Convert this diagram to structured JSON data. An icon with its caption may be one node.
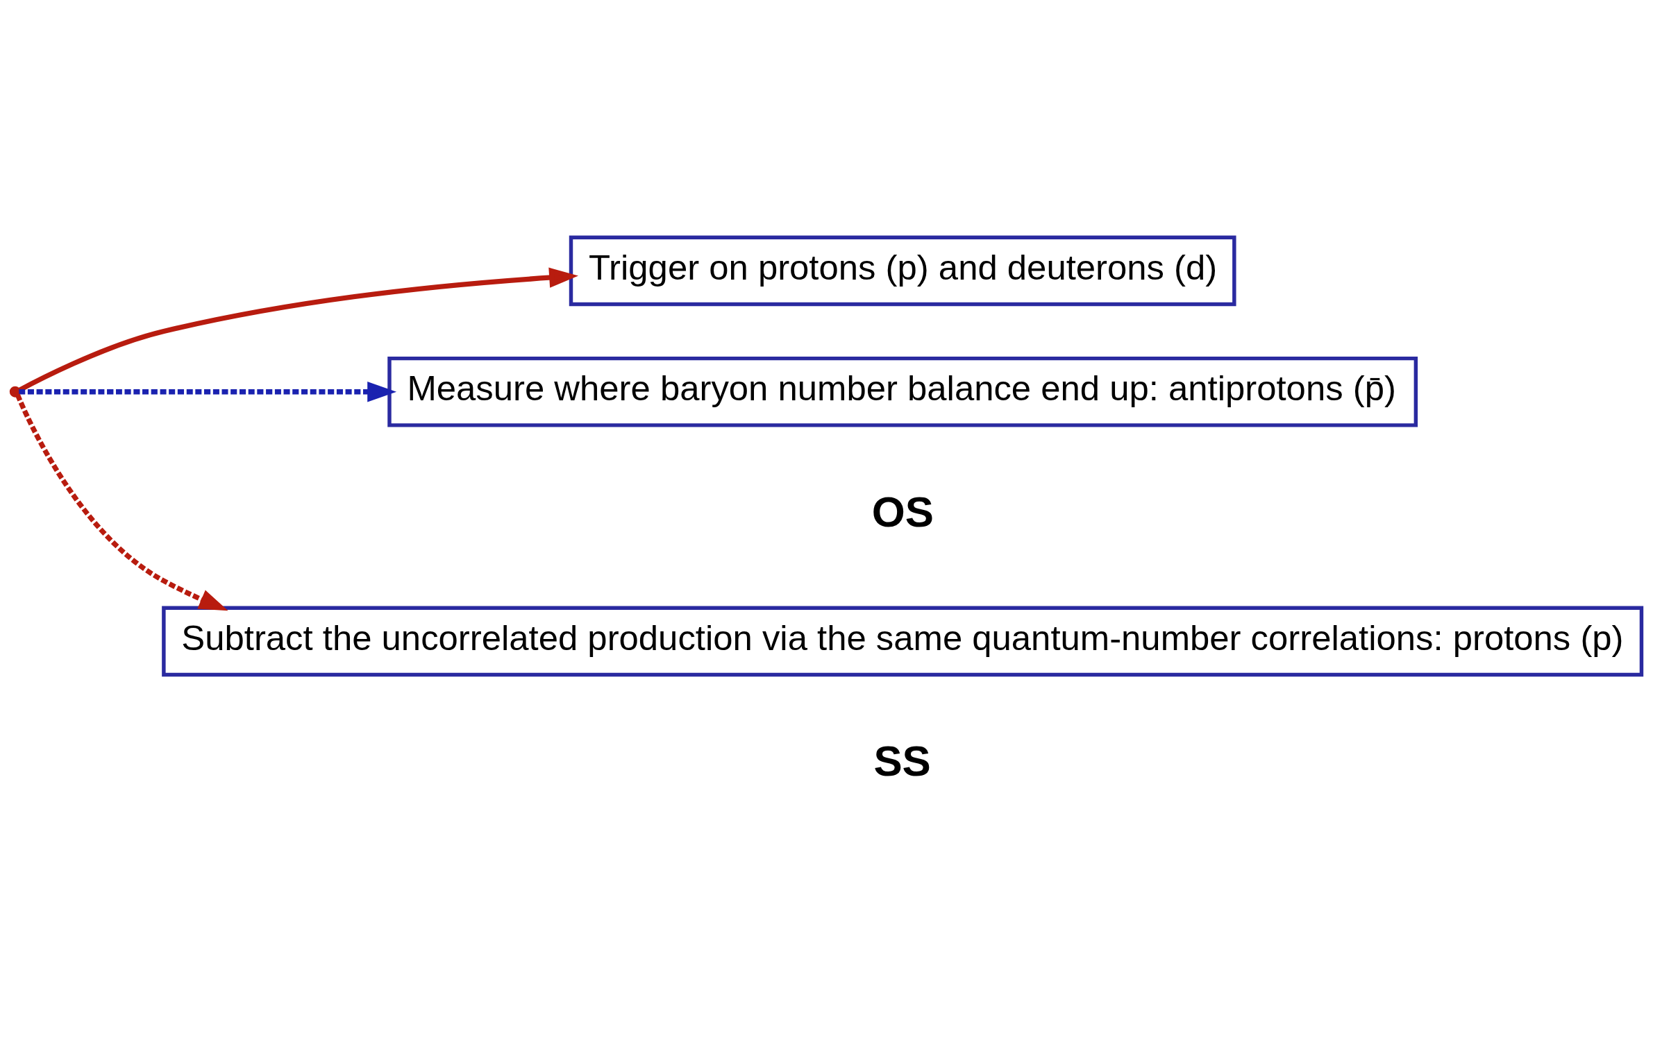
{
  "diagram": {
    "nodes": [
      {
        "text": [
          "Trigger on protons (p) and deuterons (d)"
        ]
      },
      {
        "text": [
          "Measure where baryon number balance end up: antiprotons (p̄)"
        ],
        "beside": [
          "OS"
        ]
      },
      {
        "text": [
          "Subtract the uncorrelated production via the same quantum-number correlations: protons (p)"
        ],
        "beside": [
          "SS"
        ]
      },
      {
        "text": [],
        "shape": "point"
      }
    ],
    "edges": [
      {
        "from": 3,
        "to": 0,
        "arrow": "to"
      },
      {
        "from": 3,
        "to": 1,
        "arrow": "to",
        "style": "dashed",
        "color": "#1a22b0"
      },
      {
        "from": 3,
        "to": 2,
        "arrow": "to",
        "style": "dashed"
      }
    ]
  }
}
